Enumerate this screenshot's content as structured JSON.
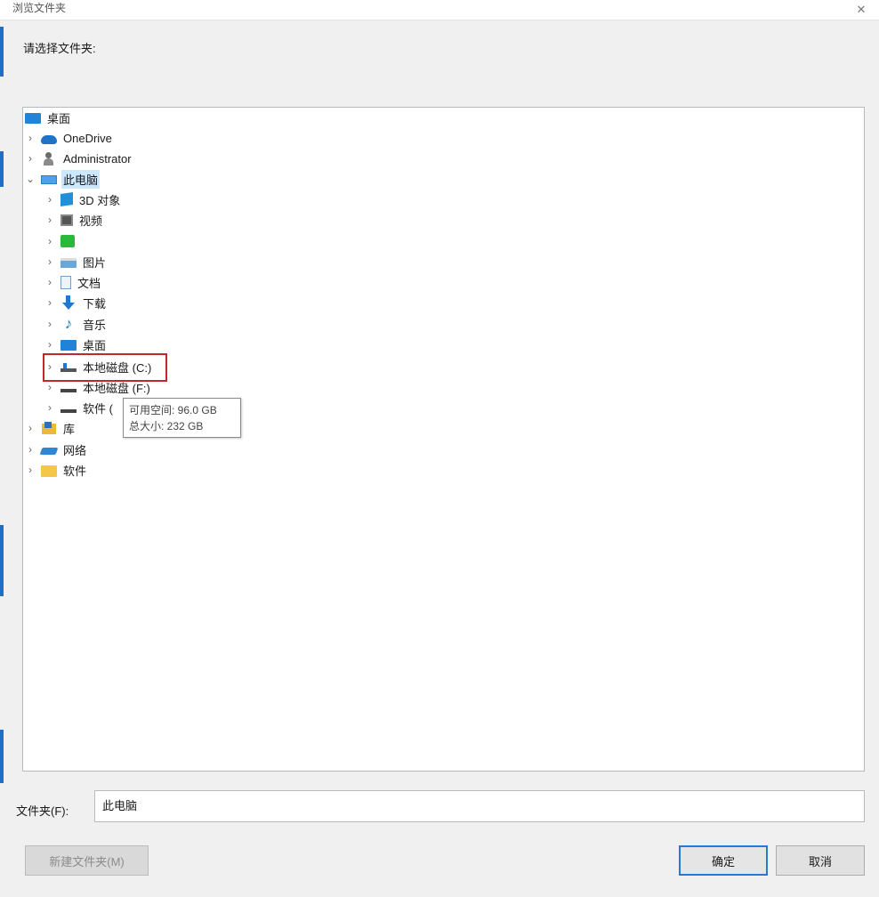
{
  "window": {
    "title": "浏览文件夹",
    "close_glyph": "✕"
  },
  "prompt": "请选择文件夹:",
  "tree": {
    "desktop_root": "桌面",
    "onedrive": "OneDrive",
    "admin": "Administrator",
    "this_pc": "此电脑",
    "objects_3d": "3D 对象",
    "videos": "视频",
    "unlabeled": "",
    "pictures": "图片",
    "documents": "文档",
    "downloads": "下载",
    "music": "音乐",
    "desktop": "桌面",
    "drive_c": "本地磁盘 (C:)",
    "drive_f": "本地磁盘 (F:)",
    "software_drive": "软件 (",
    "libraries": "库",
    "network": "网络",
    "software_folder": "软件"
  },
  "tooltip": {
    "free": "可用空间: 96.0 GB",
    "total": "总大小: 232 GB"
  },
  "folder_field": {
    "label": "文件夹(F):",
    "value": "此电脑"
  },
  "buttons": {
    "new_folder": "新建文件夹(M)",
    "ok": "确定",
    "cancel": "取消"
  },
  "icons": {
    "chevron_collapsed": "›",
    "chevron_expanded": "⌄",
    "music_note": "♪"
  },
  "colors": {
    "accent": "#1e6fc8",
    "selection": "#cce8ff",
    "highlight_border": "#c0282d"
  }
}
